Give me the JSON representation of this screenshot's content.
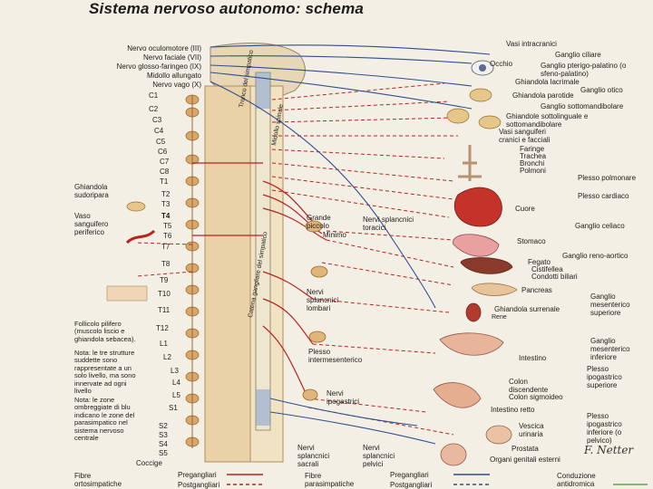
{
  "title": "Sistema nervoso autonomo: schema",
  "cranial_left": [
    "Nervo oculomotore (III)",
    "Nervo faciale (VII)",
    "Nervo glosso-faringeo (IX)",
    "Midollo allungato",
    "Nervo vago (X)"
  ],
  "spinal_levels": [
    "C1",
    "C2",
    "C3",
    "C4",
    "C5",
    "C6",
    "C7",
    "C8",
    "T1",
    "T2",
    "T3",
    "T4",
    "T5",
    "T6",
    "T7",
    "T8",
    "T9",
    "T10",
    "T11",
    "T12",
    "L1",
    "L2",
    "L3",
    "L4",
    "L5",
    "S1",
    "S2",
    "S3",
    "S4",
    "S5",
    "Coccige"
  ],
  "left_labels": {
    "ghiandola": "Ghiandola sudoripara",
    "vaso": "Vaso sanguifero periferico",
    "follicolo": "Follicolo pilifero (muscolo liscio e ghiandola sebacea).",
    "nota1": "Nota: le tre strutture suddette sono rappresentate a un solo livello, ma sono innervate ad ogni livello",
    "nota2": "Nota: le zone ombreggiate di blu indicano le zone del parasimpatico nel sistema nervoso centrale"
  },
  "right_labels": {
    "vasi_intracranici": "Vasi intracranici",
    "occhio": "Occhio",
    "ganglio_ciliare": "Ganglio ciliare",
    "pterigo": "Ganglio pterigo-palatino (o sfeno-palatino)",
    "lacrimale": "Ghiandola lacrimale",
    "otico": "Ganglio otico",
    "parotide": "Ghiandola parotide",
    "sottomandibolare": "Ganglio sottomandibolare",
    "sottolinguale": "Ghiandole sottolinguale e sottomandibolare",
    "vasi_cranici": "Vasi sanguiferi cranici e facciali",
    "faringe": "Faringe",
    "trachea": "Trachea",
    "bronchi": "Bronchi",
    "polmoni": "Polmoni",
    "plesso_polmonare": "Plesso polmonare",
    "plesso_cardiaco": "Plesso cardiaco",
    "cuore": "Cuore",
    "ganglio_celiaco": "Ganglio celiaco",
    "stomaco": "Stomaco",
    "reno_aortico": "Ganglio reno-aortico",
    "fegato": "Fegato",
    "cistifellea": "Cistifellea",
    "condotti": "Condotti biliari",
    "pancreas": "Pancreas",
    "surrenale": "Ghiandola surrenale",
    "rene": "Rene",
    "intestino": "Intestino",
    "mes_sup": "Ganglio mesenterico superiore",
    "mes_inf": "Ganglio mesenterico inferiore",
    "colon_disc": "Colon discendente",
    "colon_sig": "Colon sigmoideo",
    "intestino_retto": "Intestino retto",
    "vescica": "Vescica urinaria",
    "prostata": "Prostata",
    "genitali": "Organi genitali esterni",
    "ipog_sup": "Plesso ipogastrico superiore",
    "ipog_inf": "Plesso ipogastrico inferiore (o pelvico)"
  },
  "center_labels": {
    "grande": "Grande",
    "piccolo": "piccolo",
    "minimo": "Minimo",
    "splancnici": "Nervi splancnici toracici",
    "lombari": "Nervi splancnici lombari",
    "intermesenterico": "Plesso intermesenterico",
    "ipogastrici": "Nervi ipogastrici",
    "sacrali": "Nervi splancnici sacrali",
    "pelvici": "Nervi splancnici pelvici",
    "tronco1": "Tronco del simpatico",
    "tronco2": "Midollo spinale",
    "catena": "Catena gangliare del simpatico"
  },
  "legend": {
    "fibre_orto": "Fibre ortosimpatiche",
    "fibre_para": "Fibre parasimpatiche",
    "pre": "Pregangliari",
    "post": "Postgangliari",
    "pre2": "Pregangliari",
    "post2": "Postgangliari",
    "conduzione": "Conduzione antidromica"
  },
  "signature": "F. Netter",
  "colors": {
    "sympathetic": "#b8231e",
    "parasympathetic": "#2f4f8f",
    "ganglion": "#d9a66b",
    "bone": "#e8c79a",
    "background": "#f4efe4"
  }
}
